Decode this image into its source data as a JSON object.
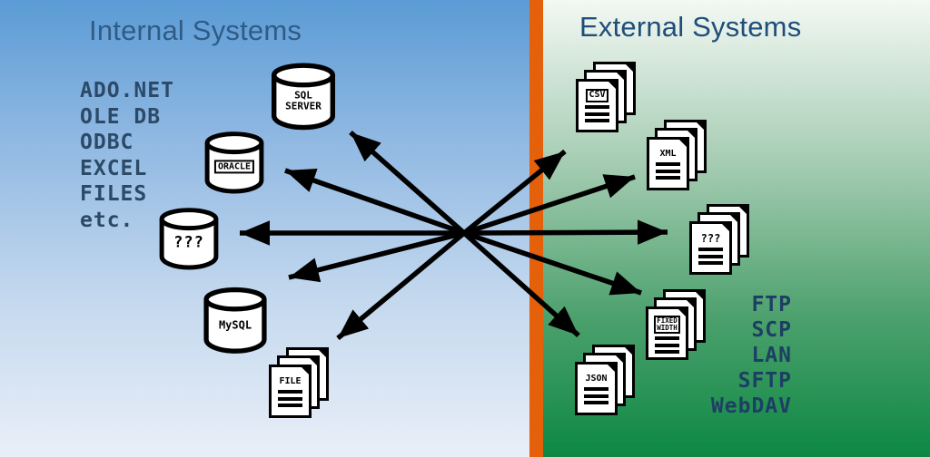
{
  "internal": {
    "title": "Internal Systems",
    "tech_list": [
      "ADO.NET",
      "OLE DB",
      "ODBC",
      "EXCEL",
      "FILES",
      "etc."
    ],
    "databases": [
      {
        "label": "SQL\nSERVER"
      },
      {
        "label": "ORACLE"
      },
      {
        "label": "???"
      },
      {
        "label": "MySQL"
      }
    ],
    "file_stack": {
      "label": "FILE"
    }
  },
  "external": {
    "title": "External Systems",
    "doc_stacks": [
      {
        "label": "CSV"
      },
      {
        "label": "XML"
      },
      {
        "label": "???"
      },
      {
        "label": "FIXED\nWIDTH"
      },
      {
        "label": "JSON"
      }
    ],
    "protocol_list": [
      "FTP",
      "SCP",
      "LAN",
      "SFTP",
      "WebDAV"
    ]
  },
  "colors": {
    "internal_gradient_top": "#5B9BD5",
    "internal_gradient_bottom": "#E9EFF8",
    "external_gradient_top": "#F3F8F4",
    "external_gradient_bottom": "#0C8843",
    "divider_orange": "#E4600A",
    "title_internal": "#2F5C86",
    "title_external": "#1F4E79",
    "tech_list_text": "#2C4A68",
    "protocol_list_text": "#1D3F63",
    "arrow": "#000000",
    "icon_fill": "#FFFFFF",
    "icon_stroke": "#000000"
  }
}
